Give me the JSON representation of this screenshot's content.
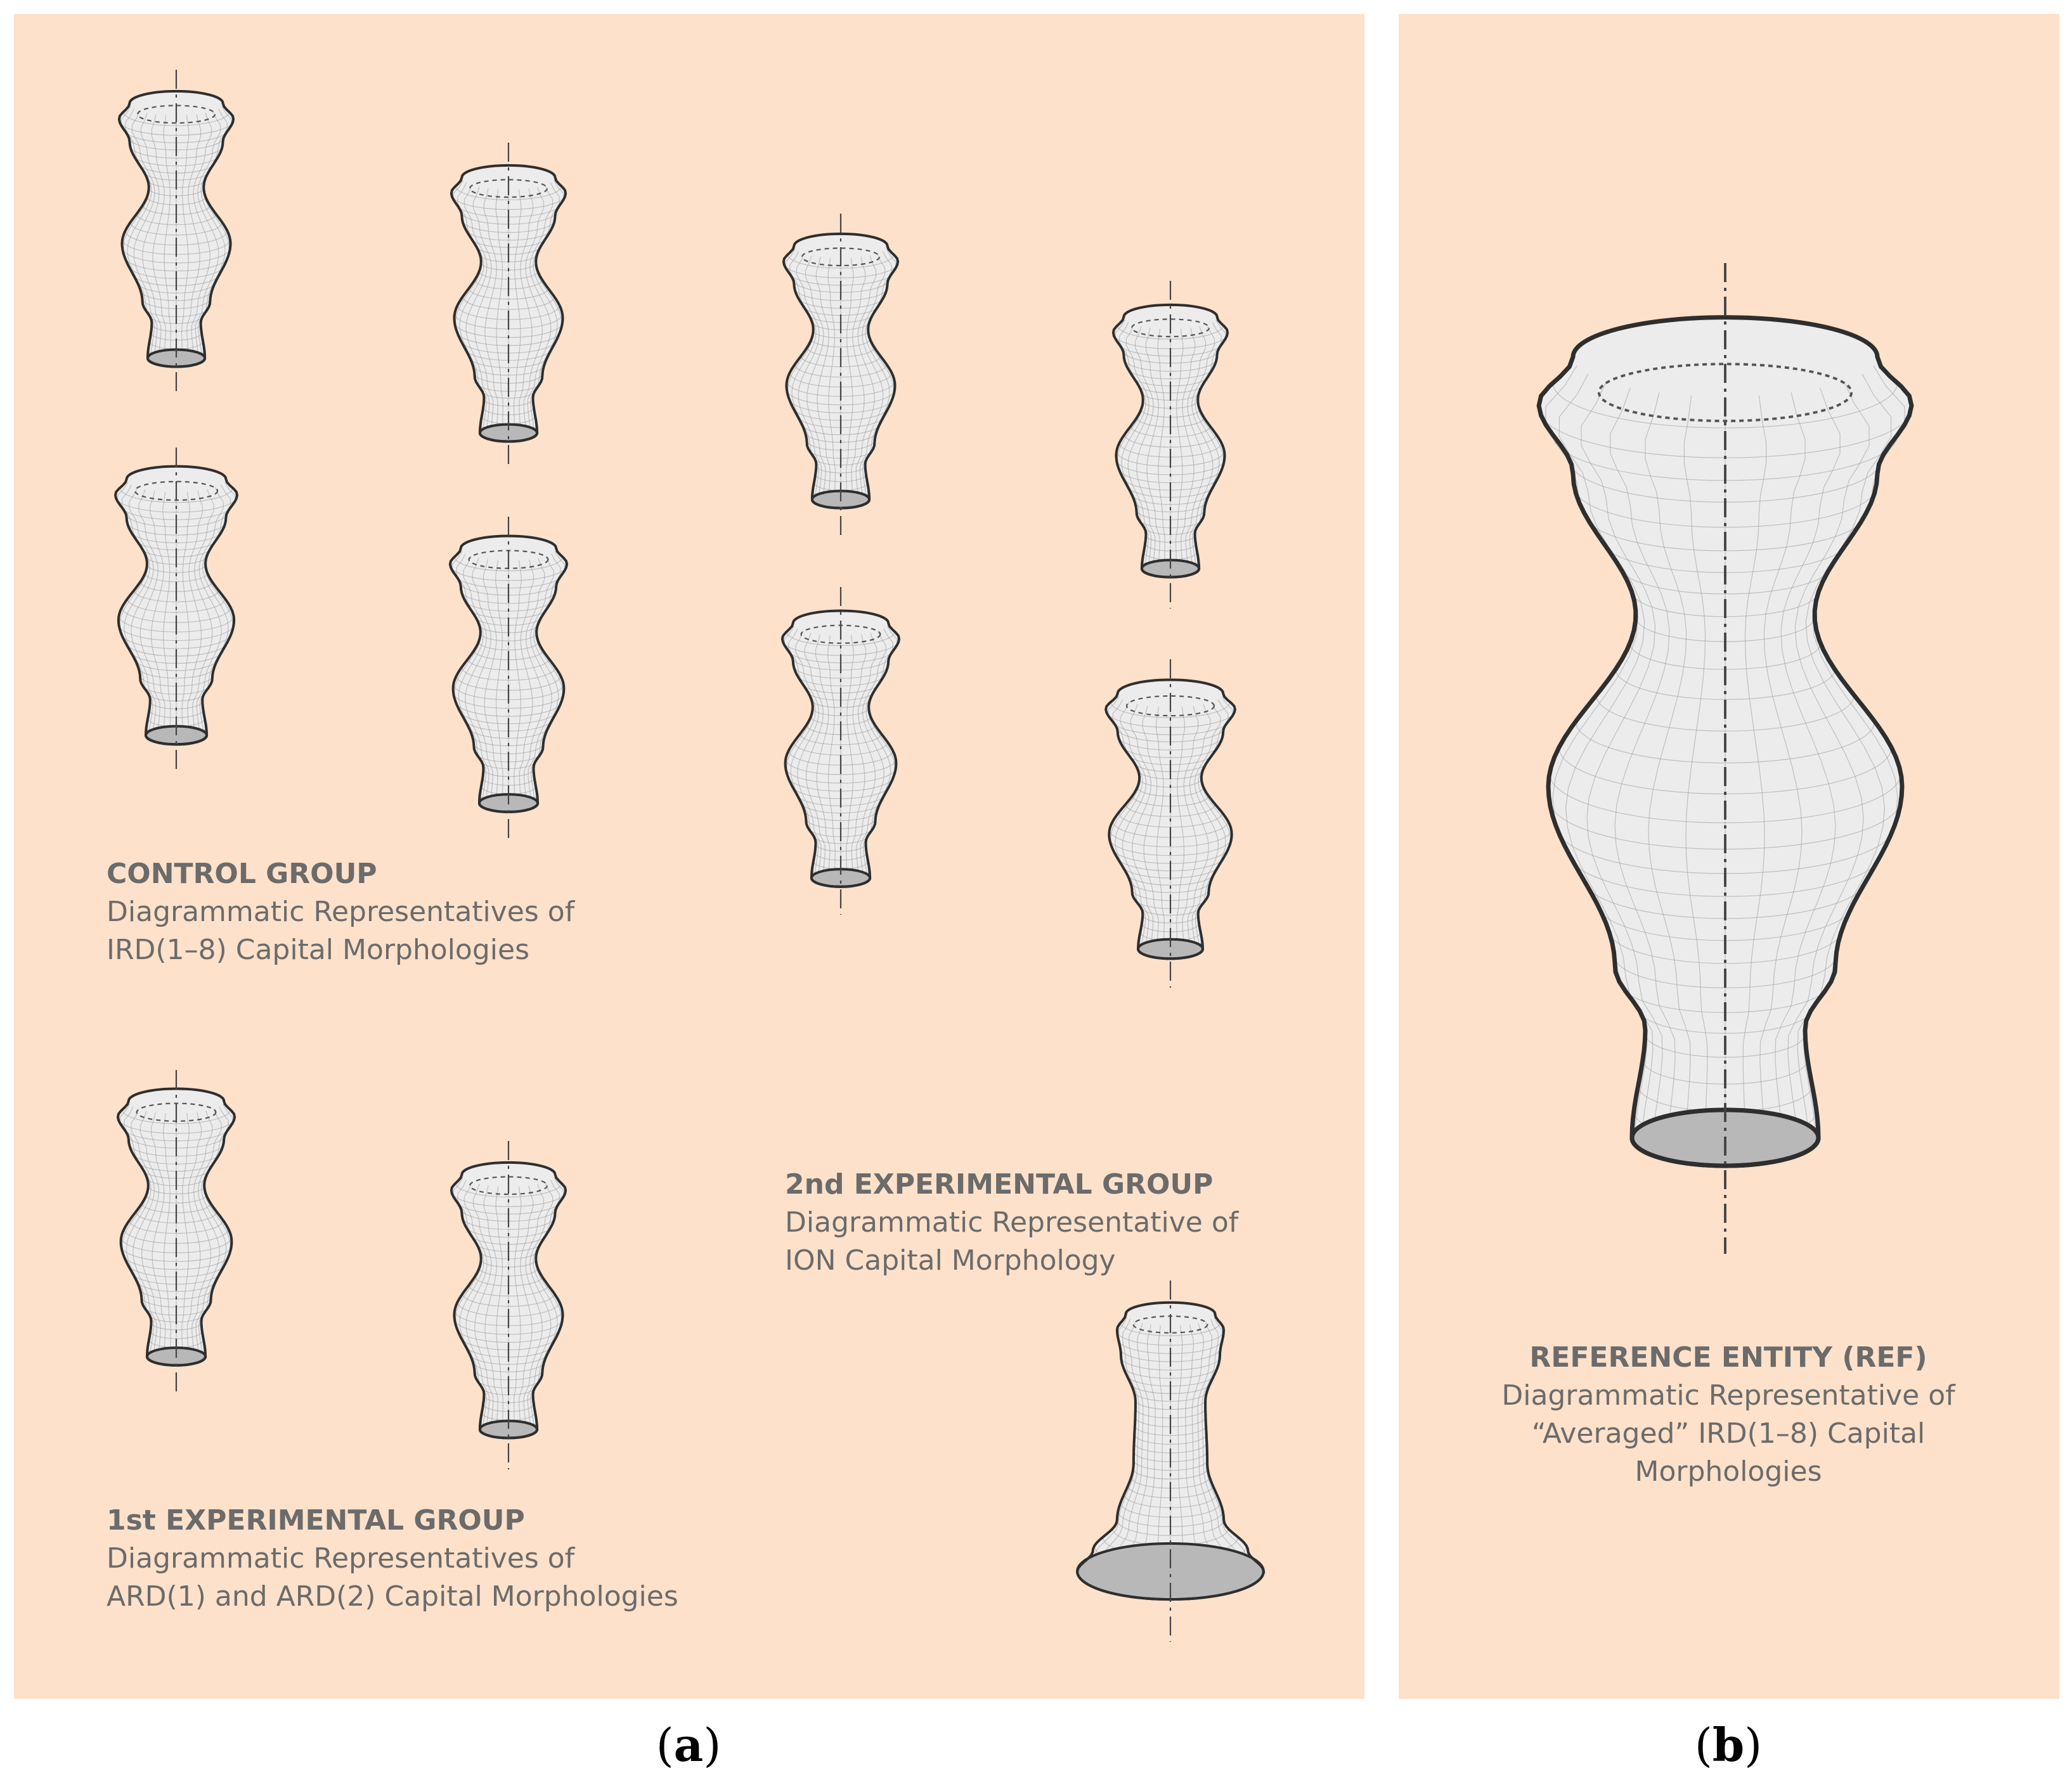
{
  "panels": {
    "a": {
      "label_open": "(",
      "label_letter": "a",
      "label_close": ")",
      "groups": {
        "control": {
          "title": "CONTROL GROUP",
          "line1": "Diagrammatic Representatives of",
          "line2": "IRD(1–8) Capital Morphologies",
          "count": 8
        },
        "exp1": {
          "title": "1st EXPERIMENTAL GROUP",
          "line1": "Diagrammatic Representatives of",
          "line2": "ARD(1) and ARD(2) Capital Morphologies",
          "count": 2
        },
        "exp2": {
          "title": "2nd EXPERIMENTAL GROUP",
          "line1": "Diagrammatic Representative of",
          "line2": "ION Capital Morphology",
          "count": 1
        }
      }
    },
    "b": {
      "label_open": "(",
      "label_letter": "b",
      "label_close": ")",
      "title": "REFERENCE ENTITY (REF)",
      "line1": "Diagrammatic Representative of",
      "line2": "“Averaged” IRD(1–8) Capital",
      "line3": "Morphologies"
    }
  },
  "colors": {
    "panel_background": "#fde1ca",
    "shape_fill": "#ececec",
    "base_fill": "#b8b8b8",
    "text": "#6b6b6b"
  }
}
